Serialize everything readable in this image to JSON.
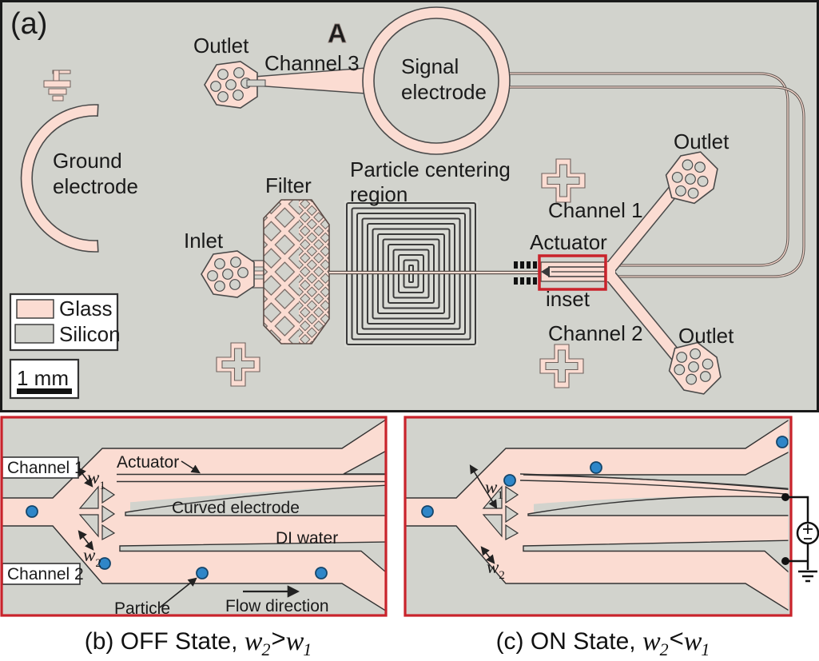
{
  "figure": {
    "panel_a_label": "(a)",
    "legend": {
      "glass_label": "Glass",
      "silicon_label": "Silicon"
    },
    "scale_bar_label": "1 mm",
    "colors": {
      "glass": "#fbdcd2",
      "silicon": "#d2d3cd",
      "outline": "#333333",
      "inset_red": "#c9232b",
      "particle_blue": "#2e86c8"
    }
  },
  "panel_a": {
    "labels": {
      "outlet_top": "Outlet",
      "channel_3": "Channel 3",
      "marker_letter": "A",
      "signal_line1": "Signal",
      "signal_line2": "electrode",
      "ground_line1": "Ground",
      "ground_line2": "electrode",
      "filter": "Filter",
      "centering_line1": "Particle centering",
      "centering_line2": "region",
      "inlet": "Inlet",
      "outlet_ne": "Outlet",
      "channel_1": "Channel 1",
      "actuator": "Actuator",
      "inset": "inset",
      "channel_2": "Channel 2",
      "outlet_se": "Outlet"
    }
  },
  "panel_b": {
    "labels": {
      "channel_1": "Channel 1",
      "channel_2": "Channel 2",
      "actuator": "Actuator",
      "curved_electrode": "Curved electrode",
      "di_water": "DI water",
      "particle": "Particle",
      "flow_direction": "Flow direction",
      "w": "w",
      "w1_sub": "1",
      "w2_sub": "2"
    }
  },
  "panel_c": {
    "labels": {
      "w": "w",
      "w1_sub": "1",
      "w2_sub": "2"
    }
  },
  "captions": {
    "b": {
      "prefix": "(b) OFF State, ",
      "w": "w",
      "sub_first": "2",
      "operator": ">",
      "sub_second": "1"
    },
    "c": {
      "prefix": "(c) ON State, ",
      "w": "w",
      "sub_first": "2",
      "operator": "<",
      "sub_second": "1"
    }
  },
  "icons": {
    "ground_symbol": "ground-symbol",
    "alignment_mark": "cross",
    "voltage_source": "dc-voltage-source",
    "earth_ground": "earth-ground",
    "particle": "blue-dot",
    "flow_arrow": "right-arrow"
  }
}
